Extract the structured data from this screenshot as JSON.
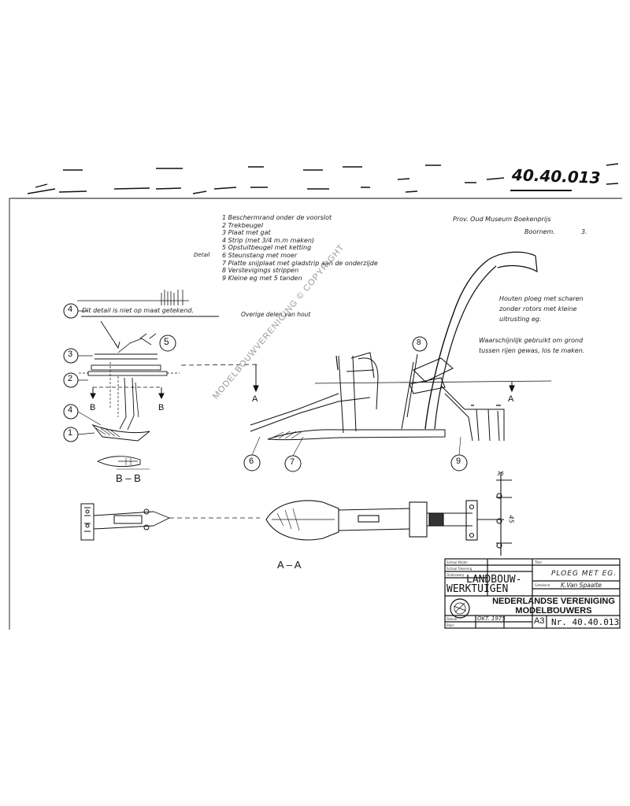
{
  "drawing_number_stamp": "40.40.013",
  "parts_list": {
    "items": [
      "1  Beschermrand onder de voorslot",
      "2  Trekbeugel",
      "3  Plaat met gat",
      "4  Strip (met 3/4 m.m maken)",
      "5  Opstuitbeugel met ketting",
      "6  Steunstang met moer",
      "7  Platte snijplaat met gladstrip aan de onderzijde",
      "8  Verstevigings strippen",
      "9  Kleine eg met 5 tanden"
    ],
    "group_label": "Detail",
    "footer_note": "Overige delen van hout"
  },
  "museum_ref": {
    "line1": "Prov. Oud Museum Boekenprijs",
    "line2": "Boornem.",
    "line3": "3."
  },
  "right_notes": {
    "block1": [
      "Houten ploeg met scharen",
      "zonder rotors met kleine",
      "uitrusting eg."
    ],
    "block2": [
      "Waarschijnlijk gebruikt om grond",
      "tussen rijen gewas, los te maken."
    ]
  },
  "detail_note": "Dit detail is niet op maat getekend.",
  "callouts": [
    "4",
    "3",
    "2",
    "4",
    "1",
    "5",
    "6",
    "7",
    "8",
    "9"
  ],
  "section_labels": {
    "aa": "A – A",
    "bb": "B – B",
    "a_left": "A",
    "a_right": "A",
    "b_left": "B",
    "b_right": "B"
  },
  "dimensions": [
    "45",
    "35"
  ],
  "watermark": "MODELBOUWVERENIGING © COPYRIGHT",
  "title_block": {
    "row_labels": [
      "Schaal Model",
      "Schaal Tekening",
      "Onderwerp"
    ],
    "category": [
      "LANDBOUW-",
      "WERKTUIGEN"
    ],
    "title_label": "Titel",
    "title": "PLOEG MET EG.",
    "drawn_by_label": "Getekend",
    "drawn_by": "K.Van Spaalte",
    "org_line1": "NEDERLANDSE VERENIGING",
    "org_line2": "van",
    "org_line3": "MODELBOUWERS",
    "date_label": "Datum",
    "date_value": "OKT. 1975",
    "sheet_label": "Blad",
    "format": "A3",
    "number": "Nr. 40.40.013"
  }
}
